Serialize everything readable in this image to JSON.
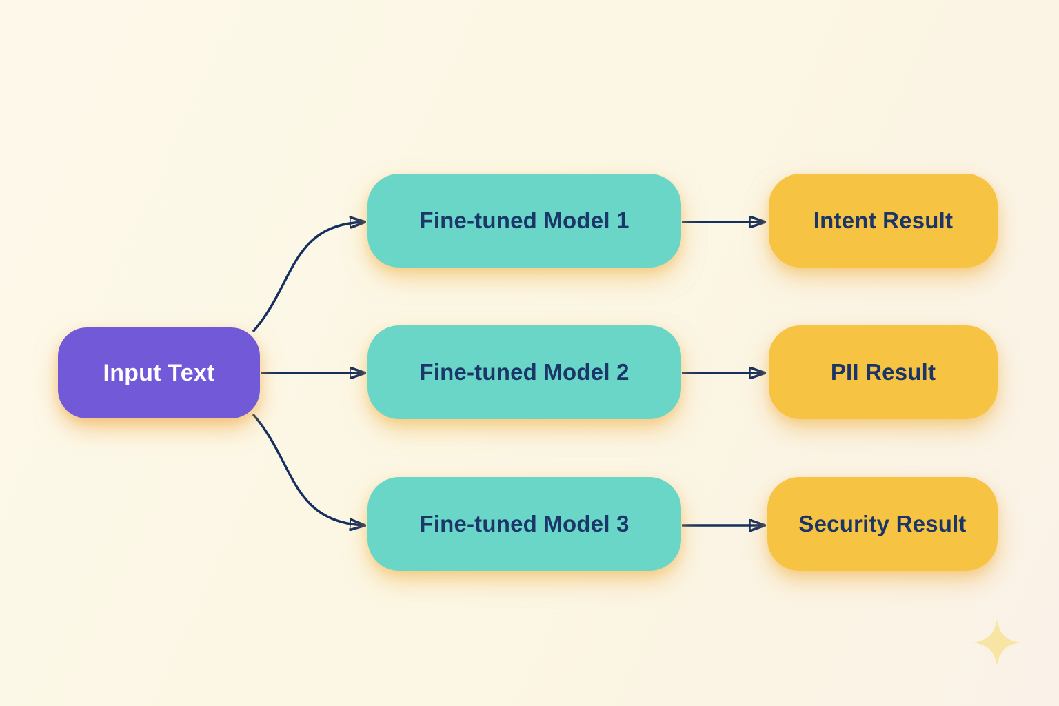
{
  "diagram": {
    "type": "flowchart",
    "nodes": {
      "input": {
        "label": "Input Text",
        "role": "source"
      },
      "model1": {
        "label": "Fine-tuned Model 1",
        "role": "processor"
      },
      "model2": {
        "label": "Fine-tuned Model 2",
        "role": "processor"
      },
      "model3": {
        "label": "Fine-tuned Model 3",
        "role": "processor"
      },
      "result1": {
        "label": "Intent Result",
        "role": "output"
      },
      "result2": {
        "label": "PII Result",
        "role": "output"
      },
      "result3": {
        "label": "Security Result",
        "role": "output"
      }
    },
    "edges": [
      {
        "from": "input",
        "to": "model1",
        "style": "curved-up"
      },
      {
        "from": "input",
        "to": "model2",
        "style": "straight"
      },
      {
        "from": "input",
        "to": "model3",
        "style": "curved-down"
      },
      {
        "from": "model1",
        "to": "result1",
        "style": "straight"
      },
      {
        "from": "model2",
        "to": "result2",
        "style": "straight"
      },
      {
        "from": "model3",
        "to": "result3",
        "style": "straight"
      }
    ],
    "colors": {
      "background": "#FCF6E4",
      "input_node": "#7159D8",
      "model_node": "#69D6C8",
      "result_node": "#F7C343",
      "arrow": "#152F5E",
      "input_text": "#FFFFFF",
      "node_text": "#1B3769",
      "sparkle": "#F8E5A4",
      "glow_shadow": "#F2B246"
    },
    "icons": {
      "sparkle": "four-point-star-icon"
    }
  }
}
